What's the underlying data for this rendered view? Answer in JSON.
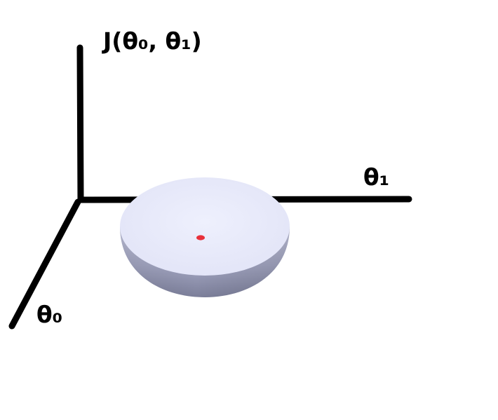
{
  "labels": {
    "z_axis": "J(θ₀, θ₁)",
    "y_axis": "θ₁",
    "x_axis": "θ₀"
  },
  "colors": {
    "axis": "#000000",
    "bowl_top": "#e9ebfb",
    "bowl_side_light": "#c9cbe4",
    "bowl_side_dark": "#7b7e9a",
    "minimum_point": "#e8303a"
  }
}
